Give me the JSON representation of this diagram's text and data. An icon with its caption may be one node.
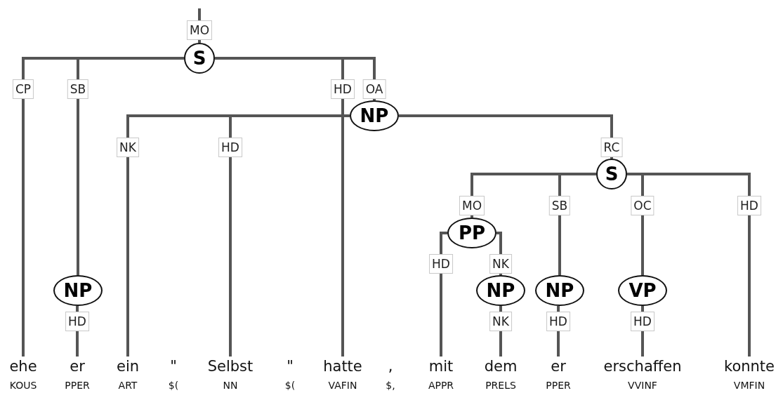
{
  "diagram": {
    "nodes": [
      {
        "text": [
          "S"
        ]
      },
      {
        "text": [
          "NP"
        ]
      },
      {
        "text": [
          "S"
        ]
      },
      {
        "text": [
          "PP"
        ]
      },
      {
        "text": [
          "NP"
        ]
      },
      {
        "text": [
          "NP"
        ]
      },
      {
        "text": [
          "NP"
        ]
      },
      {
        "text": [
          "VP"
        ]
      },
      {
        "text": [
          "ehe"
        ],
        "beside": [
          "KOUS"
        ]
      },
      {
        "text": [
          "er"
        ],
        "beside": [
          "PPER"
        ]
      },
      {
        "text": [
          "ein"
        ],
        "beside": [
          "ART"
        ]
      },
      {
        "text": [
          "\""
        ],
        "beside": [
          "$("
        ]
      },
      {
        "text": [
          "Selbst"
        ],
        "beside": [
          "NN"
        ]
      },
      {
        "text": [
          "\""
        ],
        "beside": [
          "$("
        ]
      },
      {
        "text": [
          "hatte"
        ],
        "beside": [
          "VAFIN"
        ]
      },
      {
        "text": [
          ","
        ],
        "beside": [
          "$,"
        ]
      },
      {
        "text": [
          "mit"
        ],
        "beside": [
          "APPR"
        ]
      },
      {
        "text": [
          "dem"
        ],
        "beside": [
          "PRELS"
        ]
      },
      {
        "text": [
          "er"
        ],
        "beside": [
          "PPER"
        ]
      },
      {
        "text": [
          "erschaffen"
        ],
        "beside": [
          "VVINF"
        ]
      },
      {
        "text": [
          "konnte"
        ],
        "beside": [
          "VMFIN"
        ]
      }
    ],
    "edges": [
      {
        "from": null,
        "to": 0,
        "arrow": "none",
        "label": "MO"
      },
      {
        "from": 0,
        "to": 8,
        "arrow": "none",
        "label": "CP"
      },
      {
        "from": 0,
        "to": 4,
        "arrow": "none",
        "label": "SB"
      },
      {
        "from": 0,
        "to": 14,
        "arrow": "none",
        "label": "HD"
      },
      {
        "from": 0,
        "to": 1,
        "arrow": "none",
        "label": "OA"
      },
      {
        "from": 1,
        "to": 10,
        "arrow": "none",
        "label": "NK"
      },
      {
        "from": 1,
        "to": 12,
        "arrow": "none",
        "label": "HD"
      },
      {
        "from": 1,
        "to": 2,
        "arrow": "none",
        "label": "RC"
      },
      {
        "from": 2,
        "to": 3,
        "arrow": "none",
        "label": "MO"
      },
      {
        "from": 2,
        "to": 6,
        "arrow": "none",
        "label": "SB"
      },
      {
        "from": 2,
        "to": 7,
        "arrow": "none",
        "label": "OC"
      },
      {
        "from": 2,
        "to": 20,
        "arrow": "none",
        "label": "HD"
      },
      {
        "from": 3,
        "to": 16,
        "arrow": "none",
        "label": "HD"
      },
      {
        "from": 3,
        "to": 5,
        "arrow": "none",
        "label": "NK"
      },
      {
        "from": 4,
        "to": 9,
        "arrow": "none",
        "label": "HD"
      },
      {
        "from": 5,
        "to": 17,
        "arrow": "none",
        "label": "NK"
      },
      {
        "from": 6,
        "to": 18,
        "arrow": "none",
        "label": "HD"
      },
      {
        "from": 7,
        "to": 19,
        "arrow": "none",
        "label": "HD"
      }
    ]
  }
}
